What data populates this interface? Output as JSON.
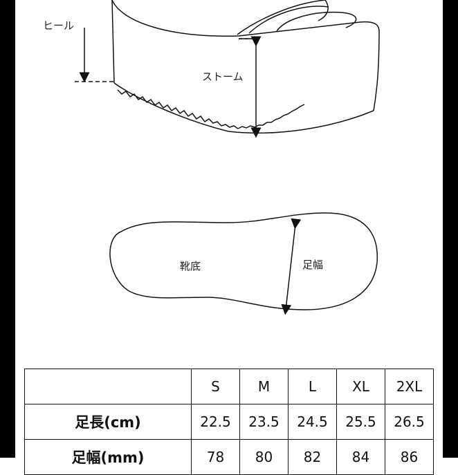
{
  "diagram": {
    "heel_label": "ヒール",
    "platform_label": "ストーム",
    "sole_label": "靴底",
    "foot_width_label": "足幅"
  },
  "table": {
    "corner": "",
    "sizes": [
      "S",
      "M",
      "L",
      "XL",
      "2XL"
    ],
    "rows": [
      {
        "label": "足長(cm)",
        "values": [
          "22.5",
          "23.5",
          "24.5",
          "25.5",
          "26.5"
        ]
      },
      {
        "label": "足幅(mm)",
        "values": [
          "78",
          "80",
          "82",
          "84",
          "86"
        ]
      }
    ]
  }
}
